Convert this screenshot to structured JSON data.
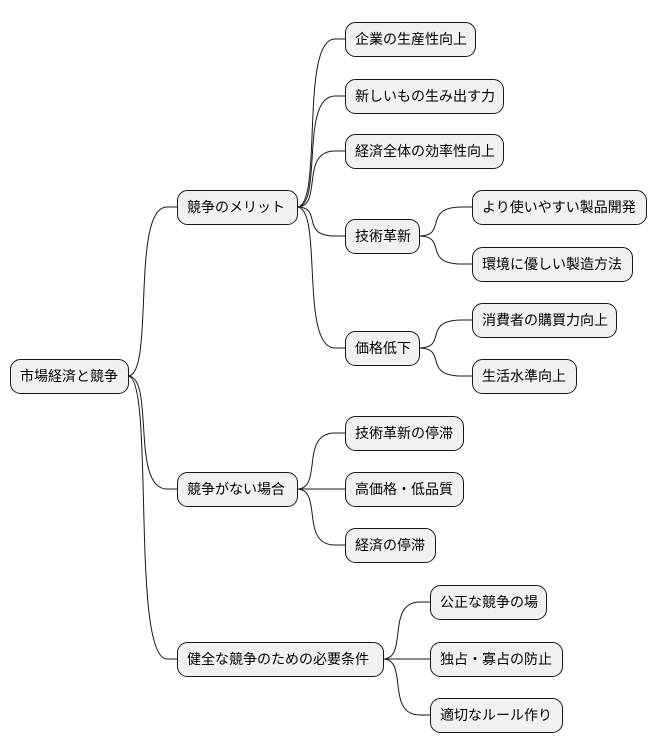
{
  "root": {
    "label": "市場経済と競争",
    "children": [
      {
        "label": "競争のメリット",
        "children": [
          {
            "label": "企業の生産性向上"
          },
          {
            "label": "新しいもの生み出す力"
          },
          {
            "label": "経済全体の効率性向上"
          },
          {
            "label": "技術革新",
            "children": [
              {
                "label": "より使いやすい製品開発"
              },
              {
                "label": "環境に優しい製造方法"
              }
            ]
          },
          {
            "label": "価格低下",
            "children": [
              {
                "label": "消費者の購買力向上"
              },
              {
                "label": "生活水準向上"
              }
            ]
          }
        ]
      },
      {
        "label": "競争がない場合",
        "children": [
          {
            "label": "技術革新の停滞"
          },
          {
            "label": "高価格・低品質"
          },
          {
            "label": "経済の停滞"
          }
        ]
      },
      {
        "label": "健全な競争のための必要条件",
        "children": [
          {
            "label": "公正な競争の場"
          },
          {
            "label": "独占・寡占の防止"
          },
          {
            "label": "適切なルール作り"
          }
        ]
      }
    ]
  }
}
